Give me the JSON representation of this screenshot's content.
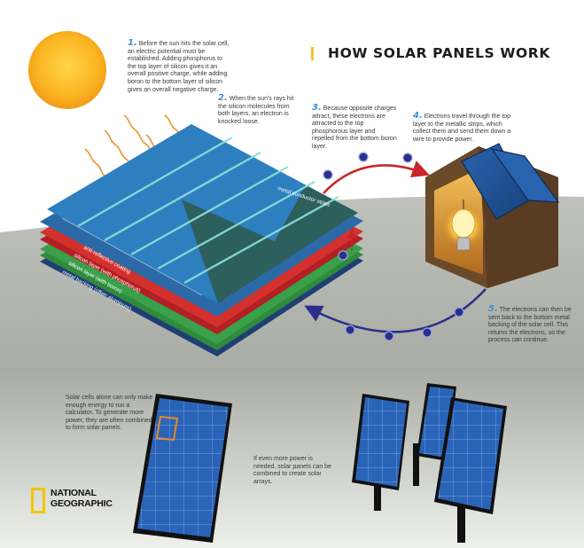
{
  "title": "HOW SOLAR PANELS WORK",
  "steps": [
    {
      "number": "1.",
      "text": "Before the sun hits the solar cell, an electric potential must be established. Adding phosphorus to the top layer of silicon gives it an overall positive charge, while adding boron to the bottom layer of silicon gives an overall negative charge."
    },
    {
      "number": "2.",
      "text": "When the sun's rays hit the silicon molecules from both layers, an electron is knocked loose."
    },
    {
      "number": "3.",
      "text": "Because opposite charges attract, these electrons are attracted to the top phosphorous layer and repelled from the bottom boron layer."
    },
    {
      "number": "4.",
      "text": "Electrons travel through the top layer to the metallic strips, which collect them and send them down a wire to provide power."
    },
    {
      "number": "5.",
      "text": "The electrons can then be sent back to the bottom metal backing of the solar cell. This returns the electrons, so the process can continue."
    }
  ],
  "layer_labels": {
    "metal_strips": "metal conductor strips",
    "anti_reflective": "anti-reflective coating",
    "silicon_phosphorus": "silicon layer (with phosphorus)",
    "silicon_boron": "silicon layer (with boron)",
    "metal_backing": "metal backing (often aluminum)"
  },
  "notes": {
    "calculator": "Solar cells alone can only make enough energy to run a calculator. To generate more power, they are often combined to form solar panels.",
    "arrays": "If even more power is needed, solar panels can be combined to create solar arrays."
  },
  "logo": {
    "line1": "NATIONAL",
    "line2": "GEOGRAPHIC",
    "color": "#f4c400"
  },
  "colors": {
    "sun": "#f9b21c",
    "title_accent": "#f2c12e",
    "step_number": "#3f8fd0",
    "panel_blue": "#1f4f8f",
    "layer_red": "#c8262a",
    "layer_green": "#2f8a3c",
    "arrow_red": "#c8262a",
    "arrow_blue": "#2b2f8a",
    "ground": "#a8aca4"
  }
}
